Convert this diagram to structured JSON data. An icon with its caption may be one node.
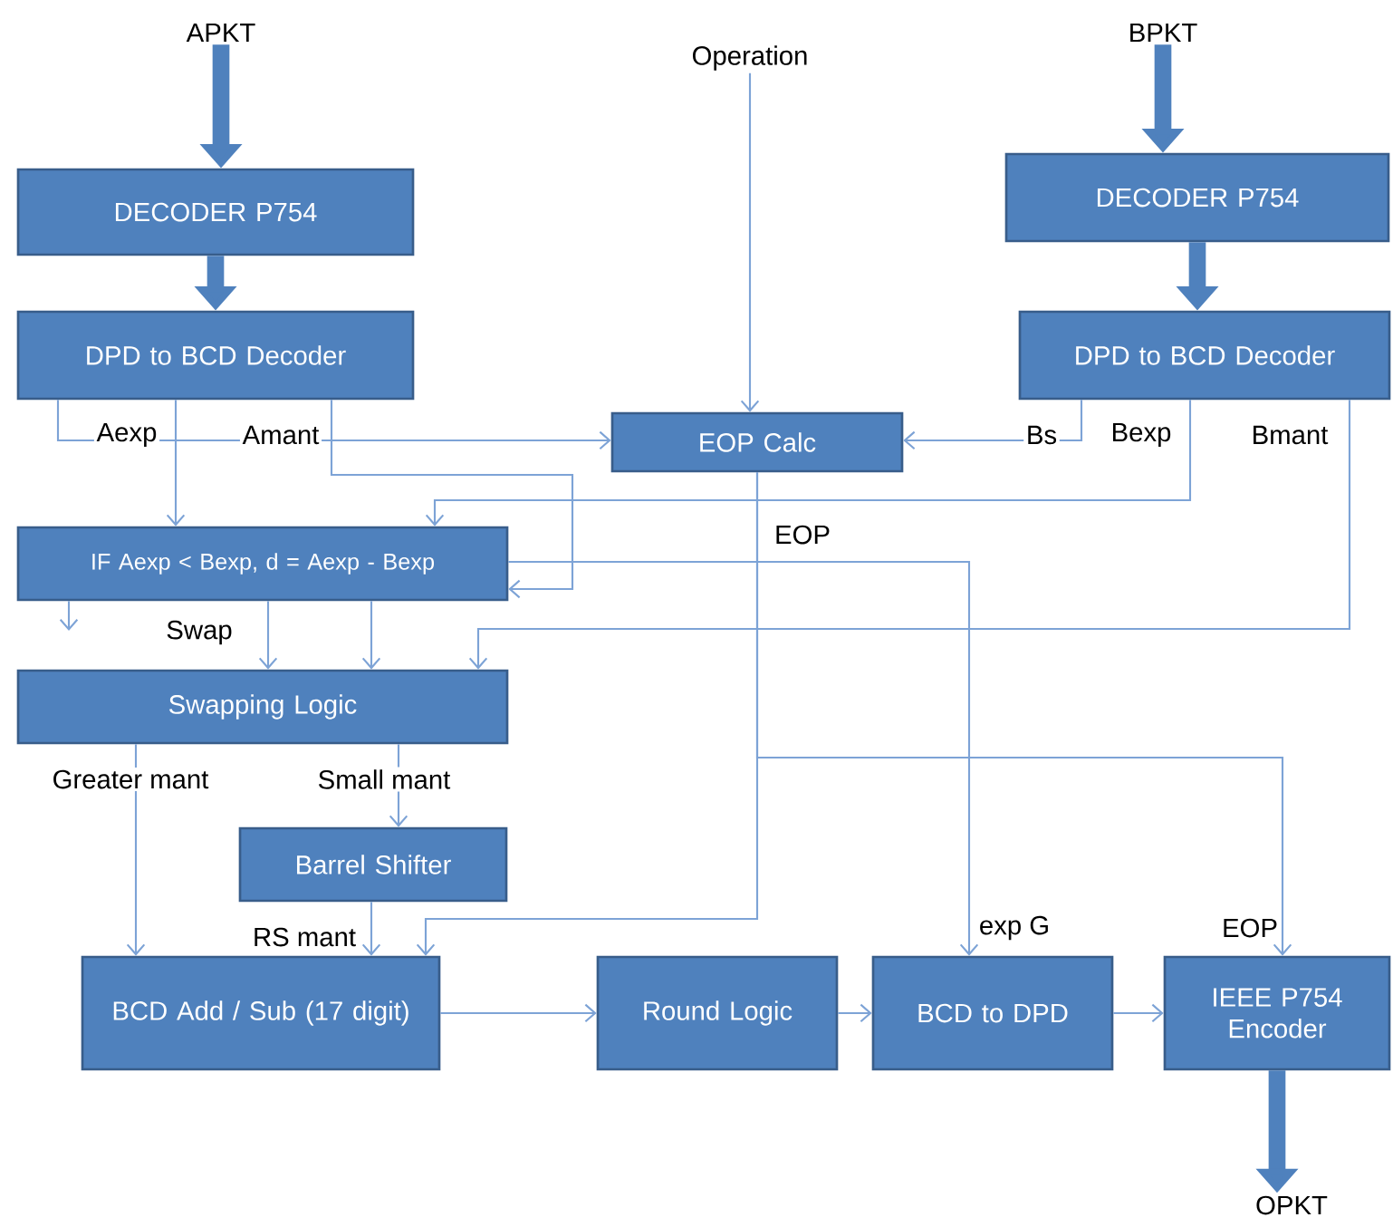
{
  "diagram": {
    "nodes": [
      {
        "text": [
          "APKT"
        ]
      },
      {
        "text": [
          "DECODER P754"
        ]
      },
      {
        "text": [
          "Operation"
        ]
      },
      {
        "text": [
          "BPKT"
        ]
      },
      {
        "text": [
          "DECODER P754"
        ]
      },
      {
        "text": [
          "DPD to BCD Decoder"
        ]
      },
      {
        "text": [
          "DPD to BCD Decoder"
        ]
      },
      {
        "text": [
          "EOP Calc"
        ]
      },
      {
        "text": [
          "IF Aexp < Bexp, d = Aexp - Bexp"
        ]
      },
      {
        "text": [
          "Swapping Logic"
        ]
      },
      {
        "text": [
          "Barrel Shifter"
        ]
      },
      {
        "text": [
          "BCD Add / Sub (17 digit)"
        ]
      },
      {
        "text": [
          "Round Logic"
        ]
      },
      {
        "text": [
          "BCD to DPD"
        ]
      },
      {
        "text": [
          "IEEE P754 Encoder"
        ]
      },
      {
        "text": [
          "OPKT"
        ]
      }
    ],
    "edges": [
      {
        "from": 0,
        "to": 1,
        "arrow": "to",
        "style": "thick"
      },
      {
        "from": 1,
        "to": 5,
        "arrow": "to",
        "style": "thick"
      },
      {
        "from": 3,
        "to": 4,
        "arrow": "to",
        "style": "thick"
      },
      {
        "from": 4,
        "to": 6,
        "arrow": "to",
        "style": "thick"
      },
      {
        "from": 2,
        "to": 7,
        "arrow": "to"
      },
      {
        "from": 5,
        "to": 7,
        "arrow": "to"
      },
      {
        "from": 6,
        "to": 7,
        "arrow": "to",
        "label": "Bs"
      },
      {
        "from": 5,
        "to": 8,
        "arrow": "to",
        "label": "Aexp"
      },
      {
        "from": 5,
        "to": 8,
        "arrow": "to",
        "label": "Amant"
      },
      {
        "from": 6,
        "to": 8,
        "arrow": "to",
        "label": "Bexp"
      },
      {
        "from": 6,
        "to": 9,
        "arrow": "to",
        "label": "Bmant"
      },
      {
        "from": 8,
        "to": 9,
        "arrow": "to",
        "label": "Swap"
      },
      {
        "from": 8,
        "to": 9,
        "arrow": "to"
      },
      {
        "from": 8,
        "to": null,
        "arrow": "to"
      },
      {
        "from": 8,
        "to": 13,
        "arrow": "to",
        "label": "exp G"
      },
      {
        "from": 7,
        "to": 11,
        "arrow": "to",
        "label": "EOP"
      },
      {
        "from": 7,
        "to": 14,
        "arrow": "to",
        "label": "EOP"
      },
      {
        "from": 9,
        "to": 11,
        "arrow": "to",
        "label": "Greater mant"
      },
      {
        "from": 9,
        "to": 10,
        "arrow": "to",
        "label": "Small mant"
      },
      {
        "from": 10,
        "to": 11,
        "arrow": "to",
        "label": "RS mant"
      },
      {
        "from": 11,
        "to": 12,
        "arrow": "to"
      },
      {
        "from": 12,
        "to": 13,
        "arrow": "to"
      },
      {
        "from": 13,
        "to": 14,
        "arrow": "to"
      },
      {
        "from": 14,
        "to": 15,
        "arrow": "to",
        "style": "thick"
      }
    ]
  }
}
